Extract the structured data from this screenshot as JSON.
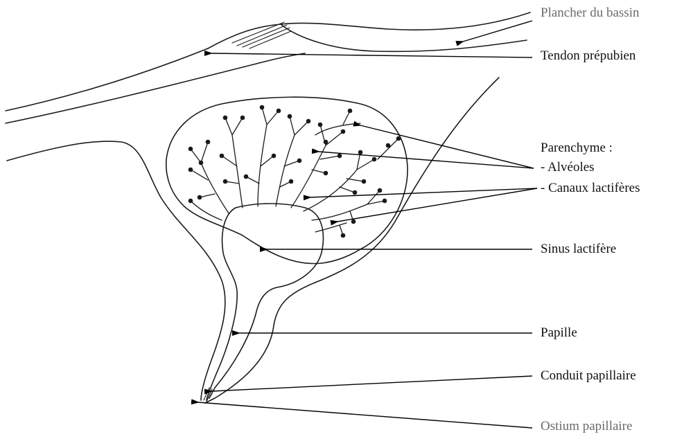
{
  "labels": {
    "plancher": "Plancher du bassin",
    "tendon": "Tendon prépubien",
    "parenchyme": "Parenchyme :",
    "alveoles": "- Alvéoles",
    "canaux": "- Canaux lactifères",
    "sinus": "Sinus lactifère",
    "papille": "Papille",
    "conduit": "Conduit papillaire",
    "ostium": "Ostium papillaire"
  }
}
